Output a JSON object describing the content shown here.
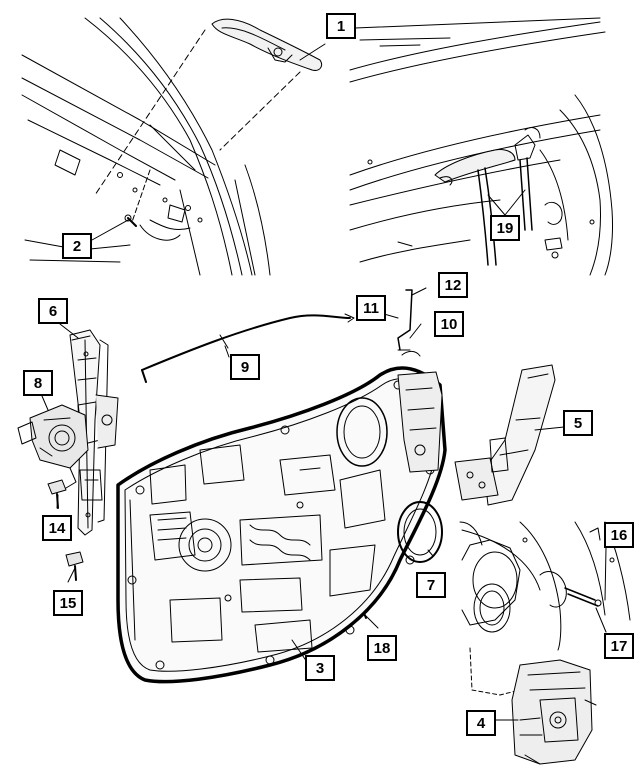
{
  "diagram": {
    "callouts": [
      {
        "id": "c1",
        "label": "1"
      },
      {
        "id": "c2",
        "label": "2"
      },
      {
        "id": "c3",
        "label": "3"
      },
      {
        "id": "c4",
        "label": "4"
      },
      {
        "id": "c5",
        "label": "5"
      },
      {
        "id": "c6",
        "label": "6"
      },
      {
        "id": "c7",
        "label": "7"
      },
      {
        "id": "c8",
        "label": "8"
      },
      {
        "id": "c9",
        "label": "9"
      },
      {
        "id": "c10",
        "label": "10"
      },
      {
        "id": "c11",
        "label": "11"
      },
      {
        "id": "c12",
        "label": "12"
      },
      {
        "id": "c14",
        "label": "14"
      },
      {
        "id": "c15",
        "label": "15"
      },
      {
        "id": "c16",
        "label": "16"
      },
      {
        "id": "c17",
        "label": "17"
      },
      {
        "id": "c18",
        "label": "18"
      },
      {
        "id": "c19",
        "label": "19"
      }
    ]
  }
}
